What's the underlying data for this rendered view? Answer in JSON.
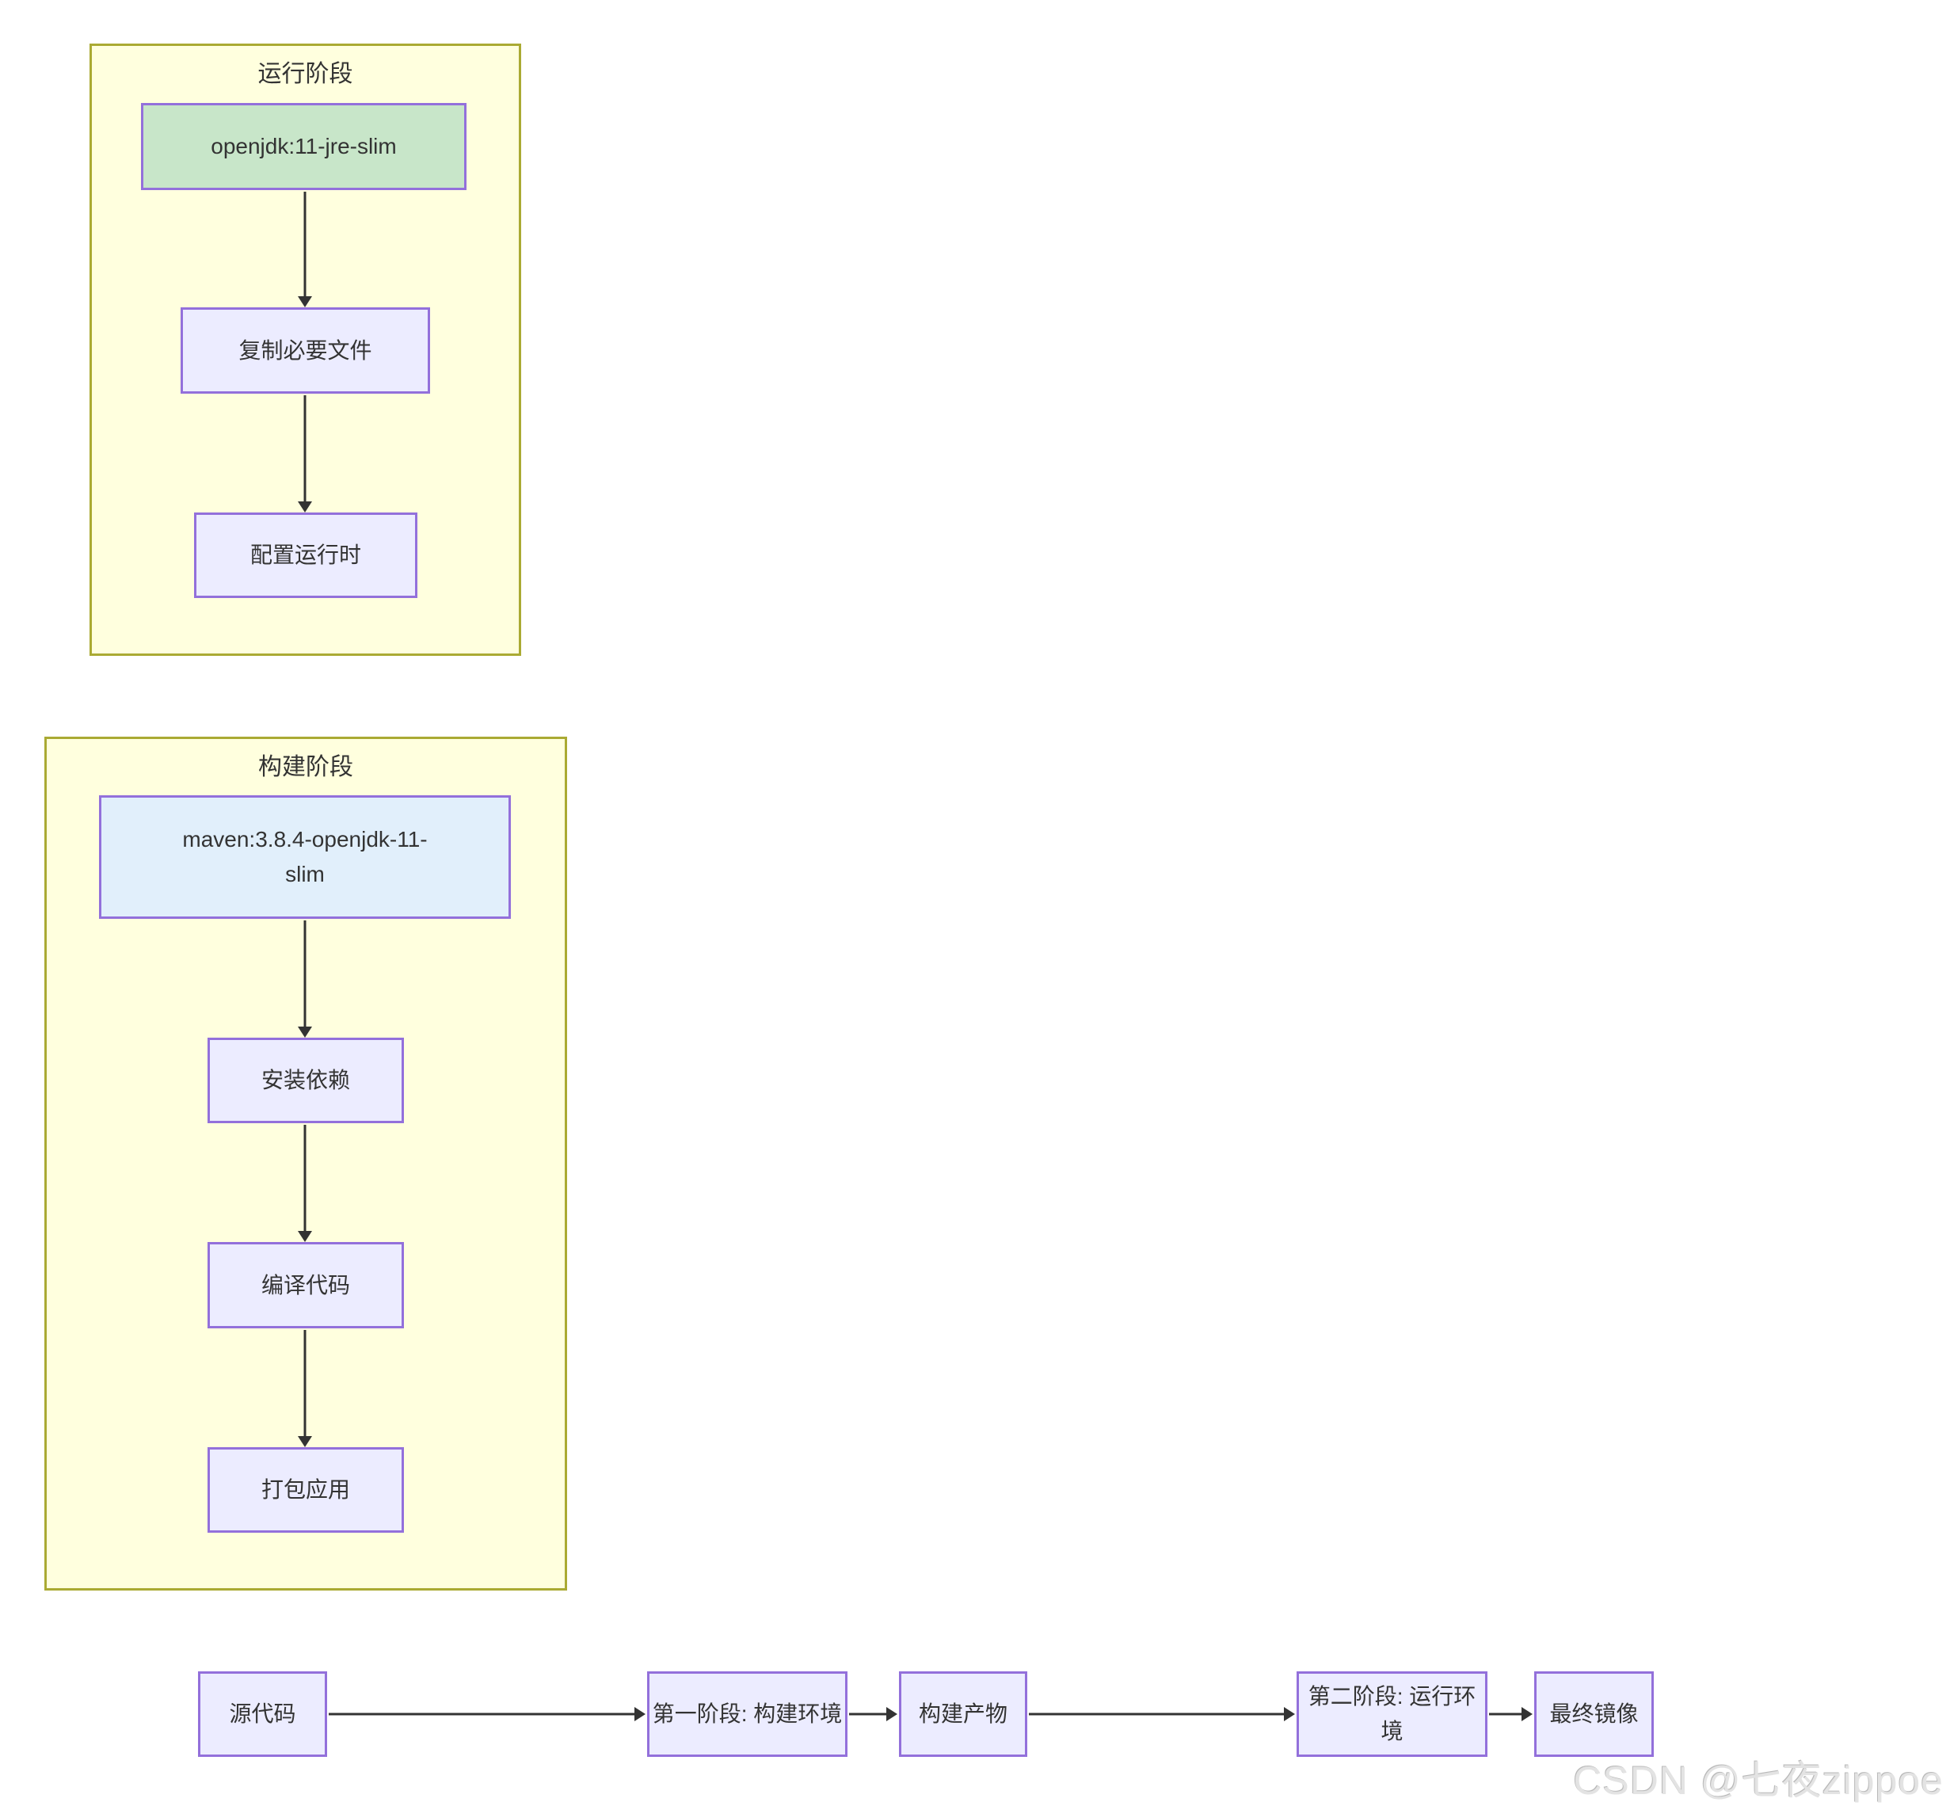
{
  "diagram": {
    "clusters": {
      "run": {
        "title": "运行阶段"
      },
      "build": {
        "title": "构建阶段"
      }
    },
    "nodes": {
      "openjdk": {
        "label": "openjdk:11-jre-slim"
      },
      "copy_files": {
        "label": "复制必要文件"
      },
      "config_runtime": {
        "label": "配置运行时"
      },
      "maven": {
        "label_line1": "maven:3.8.4-openjdk-11-",
        "label_line2": "slim"
      },
      "install_deps": {
        "label": "安装依赖"
      },
      "compile_code": {
        "label": "编译代码"
      },
      "package_app": {
        "label": "打包应用"
      },
      "source_code": {
        "label": "源代码"
      },
      "stage1": {
        "label": "第一阶段: 构建环境"
      },
      "artifacts": {
        "label": "构建产物"
      },
      "stage2": {
        "label": "第二阶段: 运行环境"
      },
      "final_image": {
        "label": "最终镜像"
      }
    },
    "edges": [
      {
        "from": "openjdk",
        "to": "copy_files"
      },
      {
        "from": "copy_files",
        "to": "config_runtime"
      },
      {
        "from": "maven",
        "to": "install_deps"
      },
      {
        "from": "install_deps",
        "to": "compile_code"
      },
      {
        "from": "compile_code",
        "to": "package_app"
      },
      {
        "from": "source_code",
        "to": "stage1"
      },
      {
        "from": "stage1",
        "to": "artifacts"
      },
      {
        "from": "artifacts",
        "to": "stage2"
      },
      {
        "from": "stage2",
        "to": "final_image"
      }
    ],
    "colors": {
      "cluster_fill": "#ffffde",
      "cluster_border": "#aaaa33",
      "node_fill": "#ECECFF",
      "node_border": "#9370DB",
      "green_node_fill": "#c8e6c9",
      "blue_node_fill": "#e1effb",
      "arrow": "#333333",
      "text": "#333333"
    }
  },
  "watermark": {
    "text": "CSDN @七夜zippoe"
  }
}
